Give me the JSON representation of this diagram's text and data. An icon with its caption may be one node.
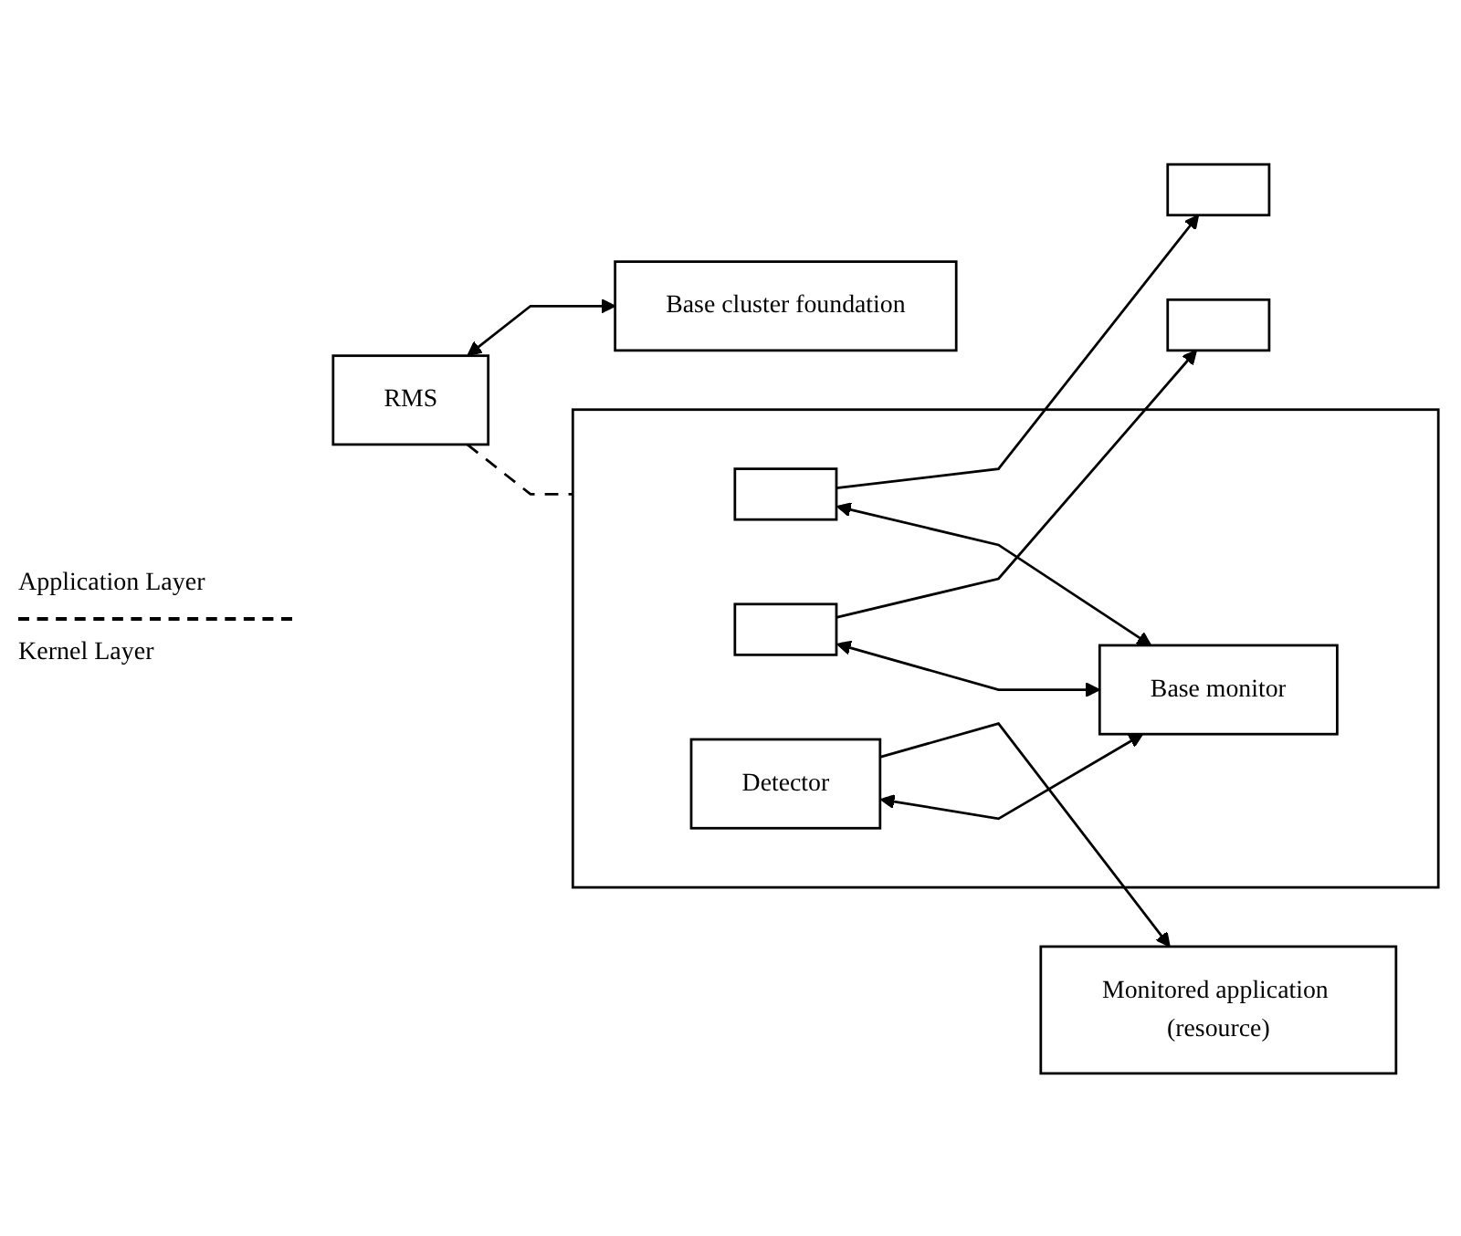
{
  "diagram": {
    "nodes": [
      {
        "text": [],
        "shape": "box"
      },
      {
        "text": [],
        "shape": "box",
        "in": 0
      },
      {
        "text": [],
        "shape": "box",
        "in": 0
      },
      {
        "text": [
          "Detector"
        ],
        "in": 0
      },
      {
        "text": [
          "Base monitor"
        ],
        "in": 0
      },
      {
        "text": [],
        "shape": "box"
      },
      {
        "text": [],
        "shape": "box"
      },
      {
        "text": [
          "Monitored application (resource)"
        ]
      },
      {
        "text": [
          "RMS"
        ]
      },
      {
        "text": [
          "Base cluster foundation"
        ]
      }
    ],
    "edges": [
      {
        "from": 1,
        "to": 5,
        "arrow": "to"
      },
      {
        "from": 2,
        "to": 6,
        "arrow": "to"
      },
      {
        "from": 3,
        "to": 7,
        "arrow": "to"
      },
      {
        "from": 1,
        "to": 4,
        "arrow": "both"
      },
      {
        "from": 2,
        "to": 4,
        "arrow": "both"
      },
      {
        "from": 3,
        "to": 4,
        "arrow": "both"
      },
      {
        "from": 8,
        "to": 0,
        "arrow": "none",
        "style": "dashed"
      },
      {
        "from": 8,
        "to": 9,
        "arrow": "both"
      }
    ],
    "labels": [
      "Application Layer",
      "Kernel Layer"
    ]
  }
}
